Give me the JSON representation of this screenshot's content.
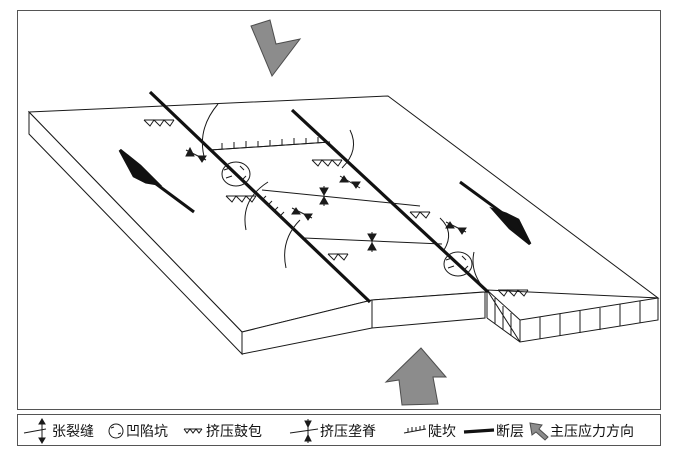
{
  "legend": {
    "items": [
      {
        "id": "tension-crack",
        "label": "张裂缝"
      },
      {
        "id": "subsidence-pit",
        "label": "凹陷坑"
      },
      {
        "id": "compression-bulge",
        "label": "挤压鼓包"
      },
      {
        "id": "compression-ridge",
        "label": "挤压垄脊"
      },
      {
        "id": "scarp",
        "label": "陡坎"
      },
      {
        "id": "fault",
        "label": "断层"
      },
      {
        "id": "principal-stress",
        "label": "主压应力方向"
      }
    ]
  },
  "colors": {
    "line": "#1a1a1a",
    "arrow_fill": "#8c8c8c",
    "arrow_stroke": "#4d4d4d"
  }
}
